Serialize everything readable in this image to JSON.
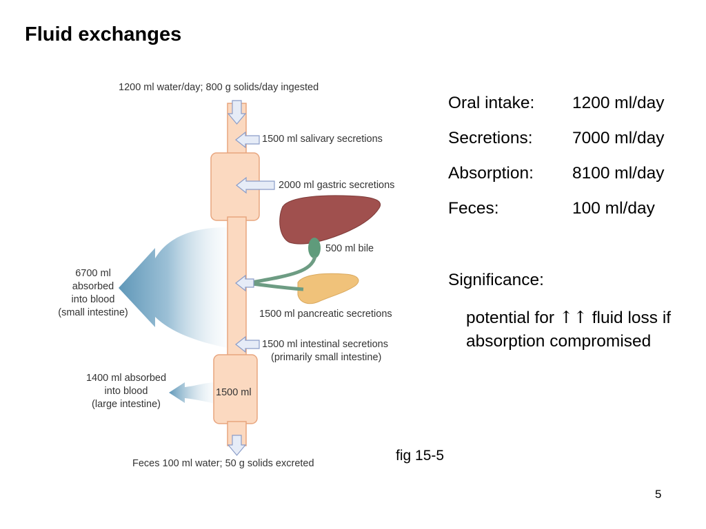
{
  "title": "Fluid exchanges",
  "diagram": {
    "ingested": "1200 ml water/day; 800 g solids/day ingested",
    "salivary": "1500 ml salivary secretions",
    "gastric": "2000 ml gastric secretions",
    "bile": "500 ml bile",
    "pancreatic": "1500 ml pancreatic secretions",
    "intestinal_1": "1500 ml intestinal secretions",
    "intestinal_2": "(primarily small intestine)",
    "small_abs_1": "6700 ml",
    "small_abs_2": "absorbed",
    "small_abs_3": "into blood",
    "small_abs_4": "(small intestine)",
    "large_abs_1": "1400 ml absorbed",
    "large_abs_2": "into blood",
    "large_abs_3": "(large intestine)",
    "colon_volume": "1500 ml",
    "feces": "Feces 100 ml water; 50 g solids excreted",
    "colors": {
      "tract": "#fbd9c0",
      "tract_border": "#e8a57e",
      "arrow": "#e6ecf7",
      "arrow_border": "#8a9cc8",
      "absorb": "#6fa3c0",
      "liver": "#a0504e",
      "pancreas": "#f0c27a",
      "bile": "#6d9c83"
    }
  },
  "summary": [
    {
      "label": "Oral intake:",
      "value": "1200 ml/day"
    },
    {
      "label": "Secretions:",
      "value": "7000 ml/day"
    },
    {
      "label": "Absorption:",
      "value": "8100 ml/day"
    },
    {
      "label": "Feces:",
      "value": "100 ml/day"
    }
  ],
  "significance": {
    "heading": "Significance:",
    "line1_pre": "potential for ",
    "arrows": "↑↑",
    "line1_post": " fluid loss if",
    "line2": "absorption compromised"
  },
  "fig_caption": "fig 15-5",
  "page_number": "5"
}
